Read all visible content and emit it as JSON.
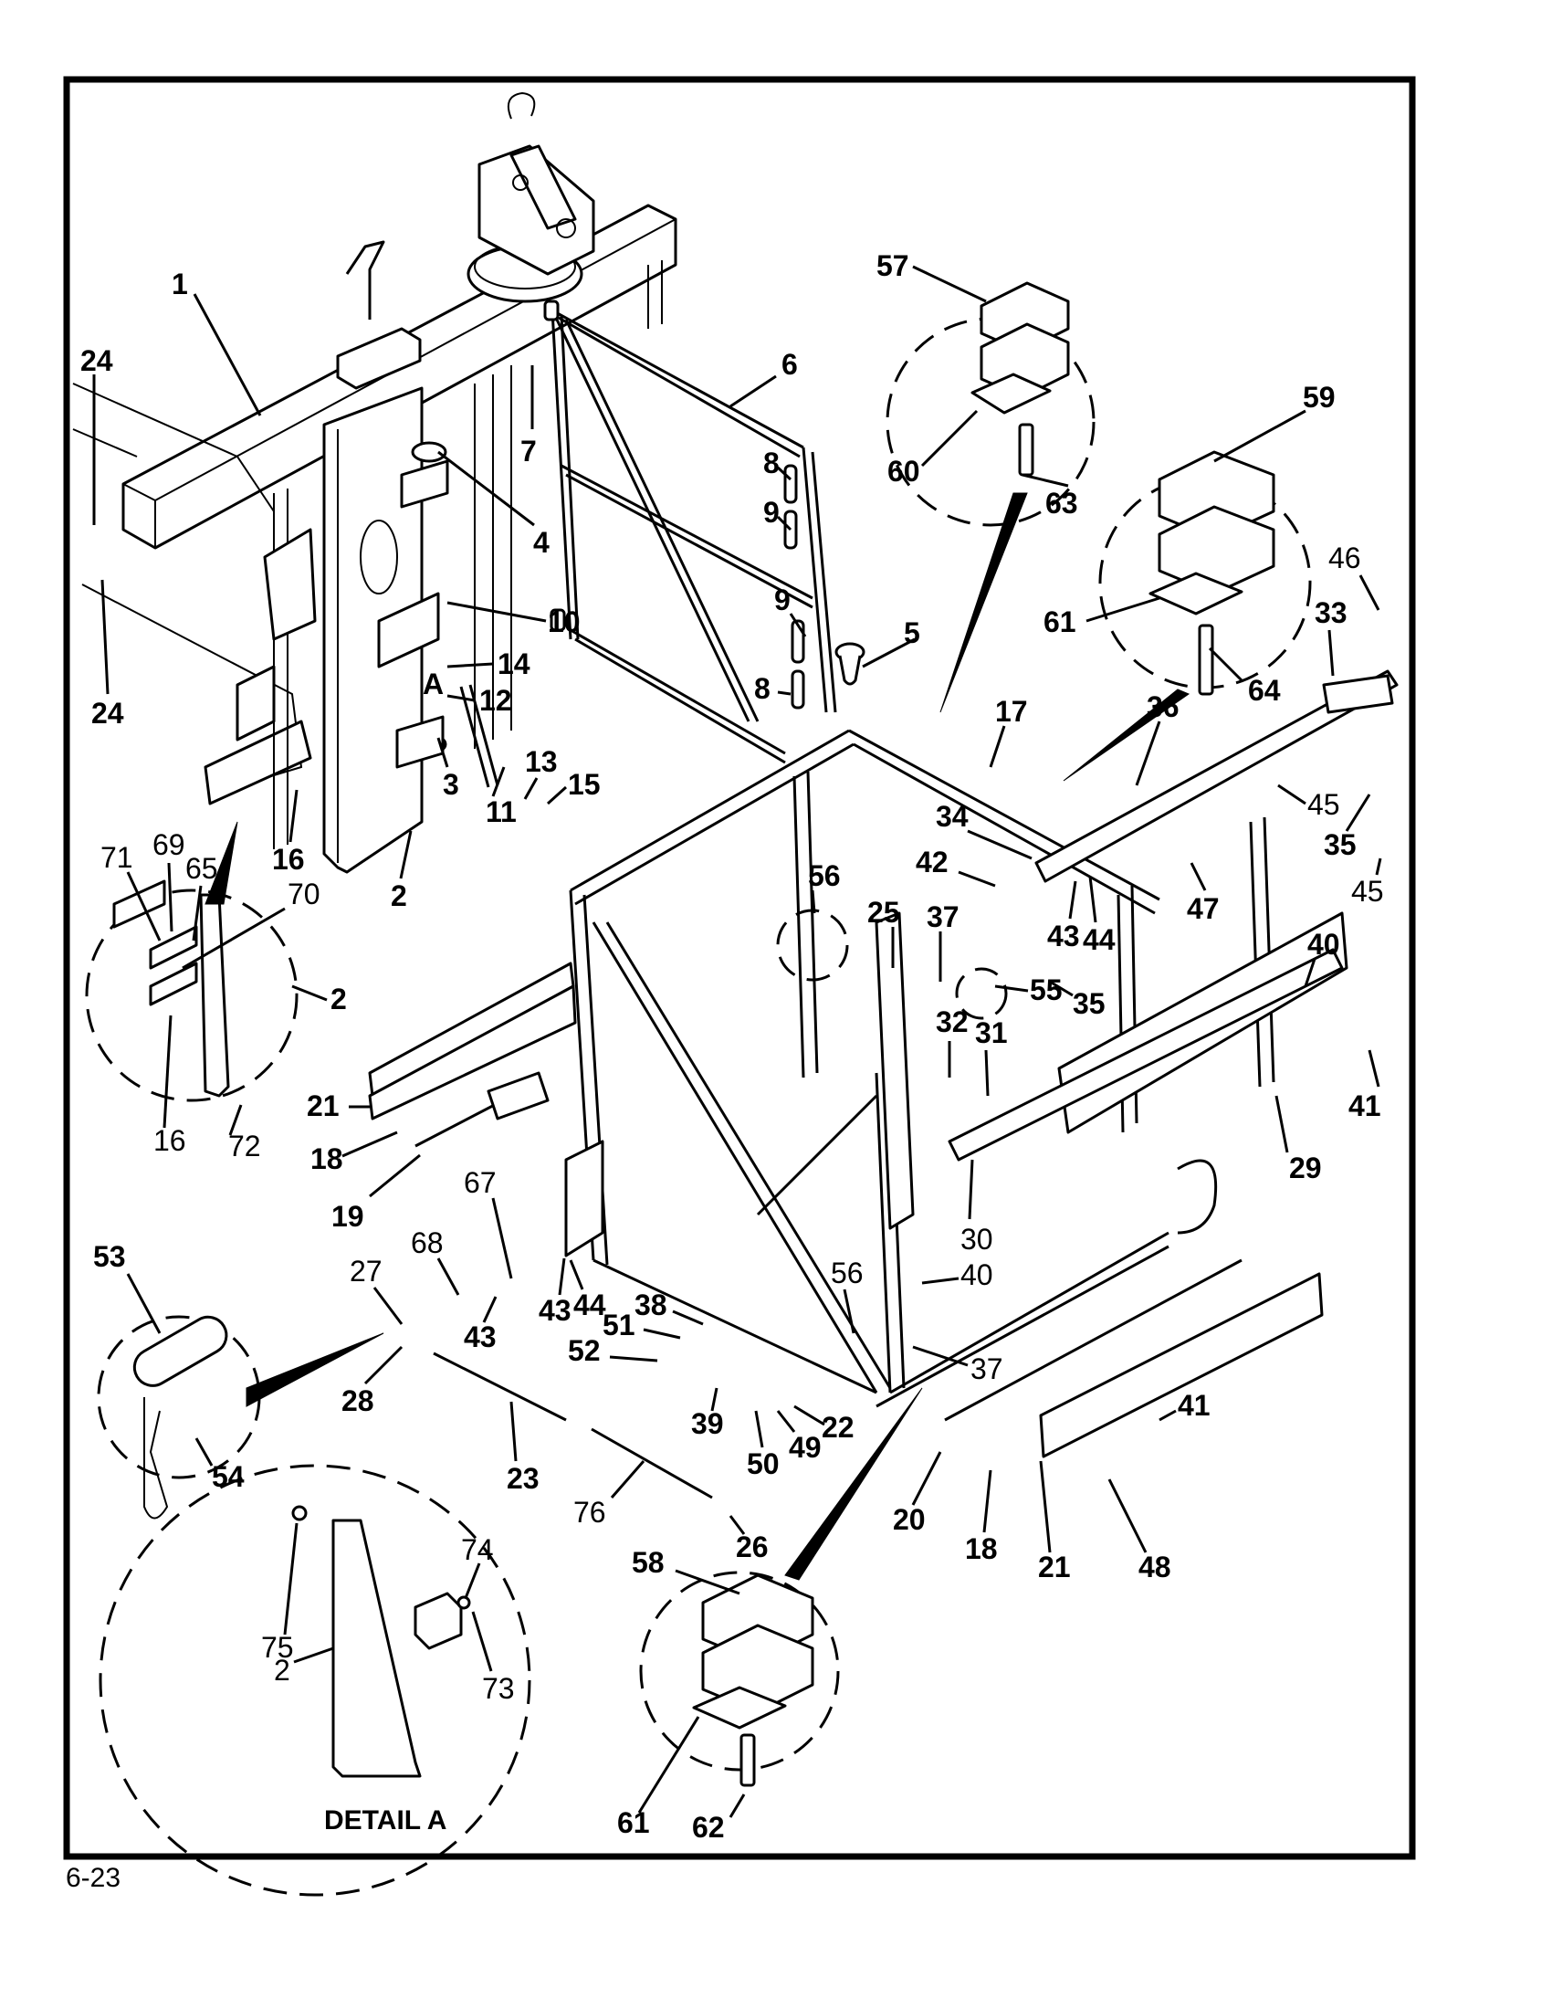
{
  "document": {
    "type": "exploded parts diagram",
    "page_number": "6-23",
    "detail_title": "DETAIL A",
    "detail_marker": "A"
  },
  "callouts": {
    "c1": "1",
    "c2a": "2",
    "c2b": "2",
    "c2c": "2",
    "c3": "3",
    "c4": "4",
    "c5": "5",
    "c6": "6",
    "c7": "7",
    "c8a": "8",
    "c8b": "8",
    "c9a": "9",
    "c9b": "9",
    "c10": "10",
    "c11": "11",
    "c12": "12",
    "c13": "13",
    "c14": "14",
    "c15": "15",
    "c16a": "16",
    "c16b": "16",
    "c17": "17",
    "c18a": "18",
    "c18b": "18",
    "c19": "19",
    "c20": "20",
    "c21a": "21",
    "c21b": "21",
    "c22": "22",
    "c23": "23",
    "c24a": "24",
    "c24b": "24",
    "c25": "25",
    "c26": "26",
    "c27": "27",
    "c28": "28",
    "c29": "29",
    "c30": "30",
    "c31": "31",
    "c32": "32",
    "c33": "33",
    "c34": "34",
    "c35a": "35",
    "c35b": "35",
    "c36": "36",
    "c37a": "37",
    "c37b": "37",
    "c38": "38",
    "c39": "39",
    "c40a": "40",
    "c40b": "40",
    "c41a": "41",
    "c41b": "41",
    "c42": "42",
    "c43a": "43",
    "c43b": "43",
    "c43c": "43",
    "c44a": "44",
    "c44b": "44",
    "c45a": "45",
    "c45b": "45",
    "c46": "46",
    "c47": "47",
    "c48": "48",
    "c49": "49",
    "c50": "50",
    "c51": "51",
    "c52": "52",
    "c53": "53",
    "c54": "54",
    "c55": "55",
    "c56a": "56",
    "c56b": "56",
    "c57": "57",
    "c58": "58",
    "c59": "59",
    "c60": "60",
    "c61a": "61",
    "c61b": "61",
    "c62": "62",
    "c63": "63",
    "c64": "64",
    "c65": "65",
    "c67": "67",
    "c68": "68",
    "c69": "69",
    "c70": "70",
    "c71": "71",
    "c72": "72",
    "c73": "73",
    "c74": "74",
    "c75": "75",
    "c76": "76"
  },
  "part_numbers_shown": [
    1,
    2,
    3,
    4,
    5,
    6,
    7,
    8,
    9,
    10,
    11,
    12,
    13,
    14,
    15,
    16,
    17,
    18,
    19,
    20,
    21,
    22,
    23,
    24,
    25,
    26,
    27,
    28,
    29,
    30,
    31,
    32,
    33,
    34,
    35,
    36,
    37,
    38,
    39,
    40,
    41,
    42,
    43,
    44,
    45,
    46,
    47,
    48,
    49,
    50,
    51,
    52,
    53,
    54,
    55,
    56,
    57,
    58,
    59,
    60,
    61,
    62,
    63,
    64,
    65,
    67,
    68,
    69,
    70,
    71,
    72,
    73,
    74,
    75,
    76
  ],
  "icons": {
    "detail_circle": "dashed-circle",
    "leader": "leader-line"
  }
}
